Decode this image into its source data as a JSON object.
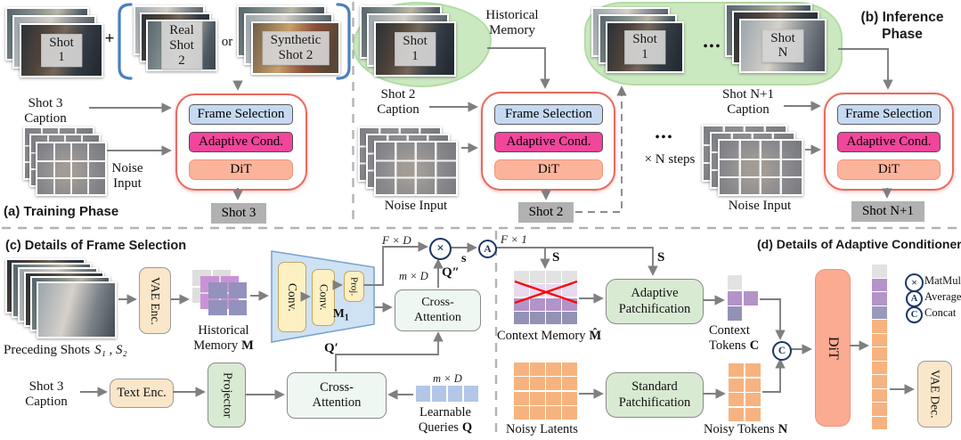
{
  "figure": {
    "pipeline": {
      "frame_selection": "Frame Selection",
      "adaptive_cond": "Adaptive Cond.",
      "dit": "DiT"
    },
    "legend": {
      "matmul": "MatMul",
      "average": "Average",
      "concat": "Concat",
      "matmul_symbol": "×",
      "average_symbol": "A",
      "concat_symbol": "C"
    },
    "colors": {
      "pipeline_border": "#e76a5e",
      "frame_selection_fill": "#c6d9f1",
      "adaptive_cond_fill": "#f2459c",
      "dit_fill": "#fbb49b",
      "blob_green": "#cbe9c0",
      "bracket_blue": "#4a7fc1",
      "operator_navy": "#1c3666",
      "arrow_gray": "#7f7f7f",
      "peach_module": "#fae6c8",
      "green_module": "#d9ead3",
      "mint_module": "#eef7f2",
      "trapezoid_blue": "#cfe2f3",
      "conv_yellow": "#fdf0c2",
      "output_gray": "#b1b1b1",
      "cross_red": "#fa0505"
    },
    "a": {
      "title": "(a) Training Phase",
      "shot1": "Shot 1",
      "plus": "+",
      "real_shot2": "Real\nShot 2",
      "or": "or",
      "synthetic_shot2": "Synthetic\nShot 2",
      "caption": "Shot 3\nCaption",
      "noise": "Noise\nInput",
      "output": "Shot 3"
    },
    "b": {
      "title_line1": "(b) Inference",
      "title_line2": "Phase",
      "historical_memory": "Historical\nMemory",
      "shot1_left": "Shot 1",
      "caption_left": "Shot 2\nCaption",
      "noise_left": "Noise Input",
      "output_left": "Shot 2",
      "dots": "•••",
      "n_steps": "× N steps",
      "blob_dots": "•••",
      "shot1_right": "Shot 1",
      "shotN": "Shot N",
      "caption_right": "Shot N+1\nCaption",
      "noise_right": "Noise Input",
      "output_right": "Shot N+1"
    },
    "c": {
      "title": "(c) Details of Frame Selection",
      "preceding": "Preceding Shots",
      "preceding_math": "S₁ , S₂",
      "vae_enc": "VAE Enc.",
      "historical": "Historical",
      "memory": "Memory",
      "memory_symbol": "M",
      "conv1": "Conv.",
      "conv2": "Conv.",
      "proj": "Proj.",
      "m1_base": "M",
      "m1_sub": "1",
      "cross_attention": "Cross-\nAttention",
      "fd": "F × D",
      "md": "m × D",
      "q_double": "Q″",
      "s_lower": "s",
      "q_prime": "Q′",
      "shot3_caption": "Shot 3\nCaption",
      "text_enc": "Text Enc.",
      "projector": "Projector",
      "md2": "m × D",
      "learnable": "Learnable",
      "queries": "Queries",
      "queries_symbol": "Q"
    },
    "d": {
      "title": "(d) Details of Adaptive Conditioner",
      "f1": "F × 1",
      "s_left": "S",
      "s_right": "S",
      "context_memory": "Context Memory",
      "context_memory_symbol": "M̂",
      "adaptive_patch": "Adaptive\nPatchification",
      "standard_patch": "Standard\nPatchification",
      "context": "Context",
      "tokens": "Tokens",
      "tokens_symbol": "C",
      "noisy_latents": "Noisy Latents",
      "noisy_tokens": "Noisy Tokens",
      "noisy_tokens_symbol": "N",
      "dit": "DiT",
      "vae_dec": "VAE Dec."
    }
  },
  "grids": {
    "historical_back": [
      "#dedede",
      "#dedede",
      "#dedede",
      "#dedede"
    ],
    "historical_mid": [
      "#ca92d6",
      "#ca92d6",
      "#ca92d6",
      "#ca92d6"
    ],
    "historical_front": [
      "#9392bd",
      "#9392bd",
      "#9392bd",
      "#9392bd"
    ],
    "context_memory": [
      "#e2e2e2",
      "#e2e2e2",
      "#e2e2e2",
      "#e2e2e2",
      "#e8d9ee",
      "#e8d9ee",
      "#e8d9ee",
      "#e8d9ee",
      "#b294c8",
      "#b294c8",
      "#b294c8",
      "#b294c8",
      "#9392b6",
      "#9392b6",
      "#9392b6",
      "#9392b6"
    ],
    "context_tokens": [
      "#e2e2e2",
      null,
      "#b294c8",
      "#b294c8",
      "#9392b6",
      null
    ],
    "noisy_latents": [
      "#f6b37f",
      "#f6b37f",
      "#f6b37f",
      "#f6b37f",
      "#f6b37f",
      "#f6b37f",
      "#f6b37f",
      "#f6b37f",
      "#f6b37f",
      "#f6b37f",
      "#f6b37f",
      "#f6b37f",
      "#f6b37f",
      "#f6b37f",
      "#f6b37f",
      "#f6b37f"
    ],
    "noisy_tokens": [
      "#f6b37f",
      "#f6b37f",
      "#f6b37f",
      "#f6b37f",
      "#f6b37f",
      "#f6b37f",
      "#f6b37f",
      "#f6b37f"
    ],
    "learnable_queries": [
      "#b3c6e7",
      "#b3c6e7",
      "#b3c6e7",
      "#b3c6e7"
    ],
    "output_tokens": [
      "#e2e2e2",
      "#b294c8",
      "#b294c8",
      "#9a99ba",
      "#f6b37f",
      "#f6b37f",
      "#f6b37f",
      "#f6b37f",
      "#f6b37f",
      "#f6b37f",
      "#f6b37f",
      "#f6b37f"
    ]
  }
}
